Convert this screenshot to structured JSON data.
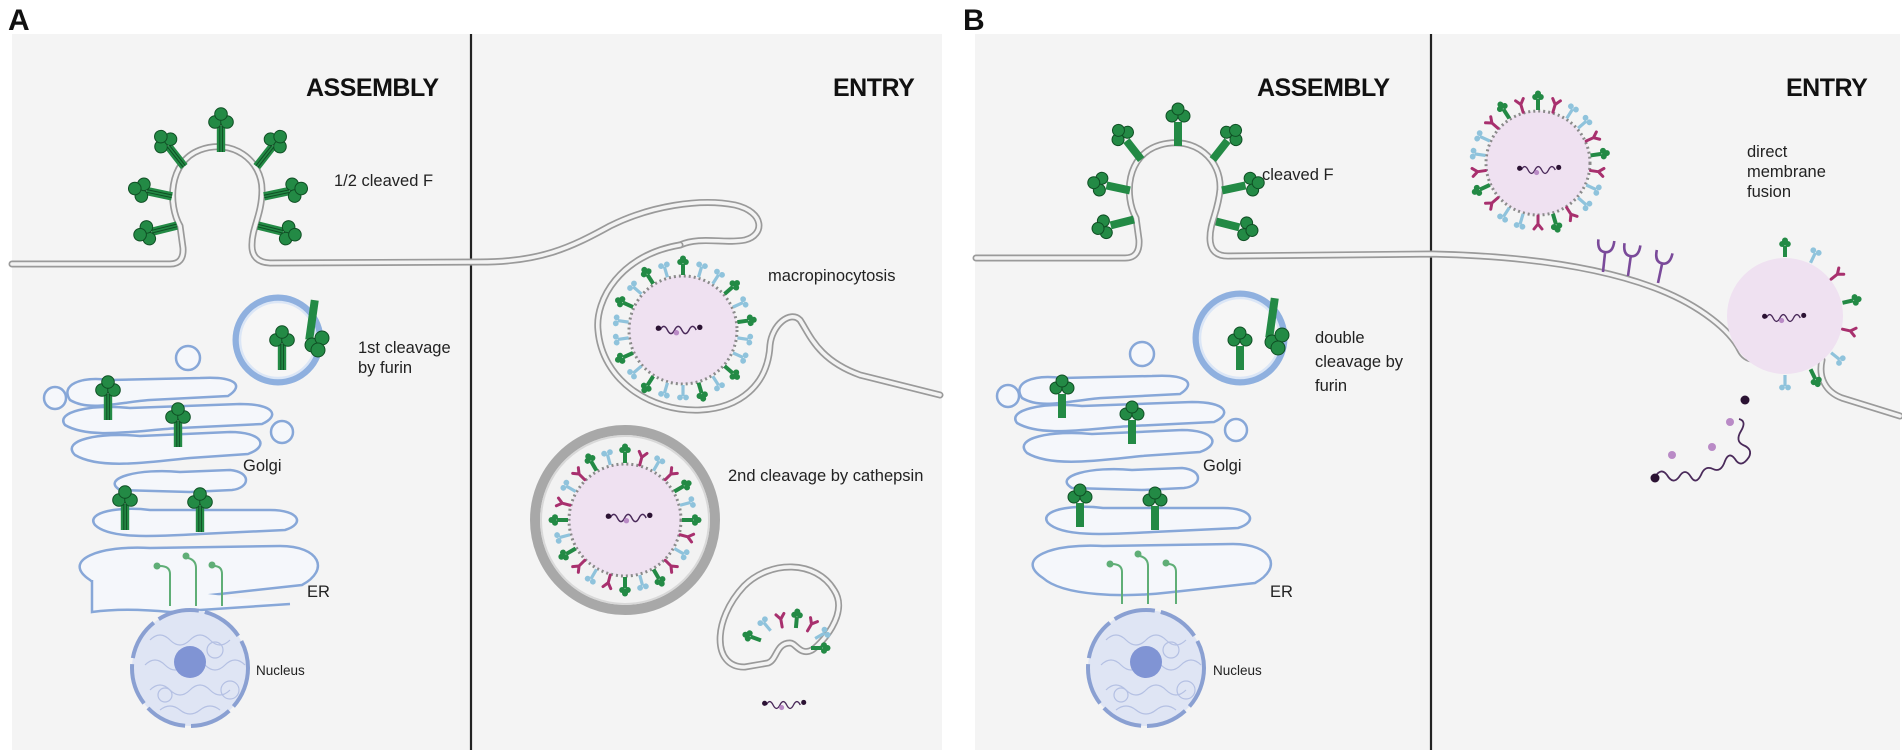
{
  "panels": [
    {
      "label": "A",
      "assembly": {
        "title": "ASSEMBLY",
        "bud_label": "1/2 cleaved F",
        "vesicle_label": "1st cleavage by furin",
        "vesicle_label_lines": [
          "1st cleavage",
          "by furin"
        ],
        "golgi_label": "Golgi",
        "er_label": "ER",
        "nucleus_label": "Nucleus"
      },
      "entry": {
        "title": "ENTRY",
        "step1_label": "macropinocytosis",
        "step2_label": "2nd cleavage by cathepsin"
      }
    },
    {
      "label": "B",
      "assembly": {
        "title": "ASSEMBLY",
        "bud_label": "cleaved F",
        "vesicle_label": "double cleavage by furin",
        "vesicle_label_lines": [
          "double",
          "cleavage by",
          "furin"
        ],
        "golgi_label": "Golgi",
        "er_label": "ER",
        "nucleus_label": "Nucleus"
      },
      "entry": {
        "title": "ENTRY",
        "step1_label": "direct membrane fusion",
        "step1_label_lines": [
          "direct",
          "membrane",
          "fusion"
        ]
      }
    }
  ],
  "colors": {
    "panel_bg": "#f4f4f4",
    "membrane": "#9a9a9a",
    "golgi_er": "#87a7d8",
    "f_protein": "#238a45",
    "receptor": "#7a4a9a",
    "attachment_protein": "#8fc3dc",
    "viral_protein_magenta": "#a8306e",
    "virion_core": "#efe1f1",
    "nucleus": "#c9d3ee"
  }
}
